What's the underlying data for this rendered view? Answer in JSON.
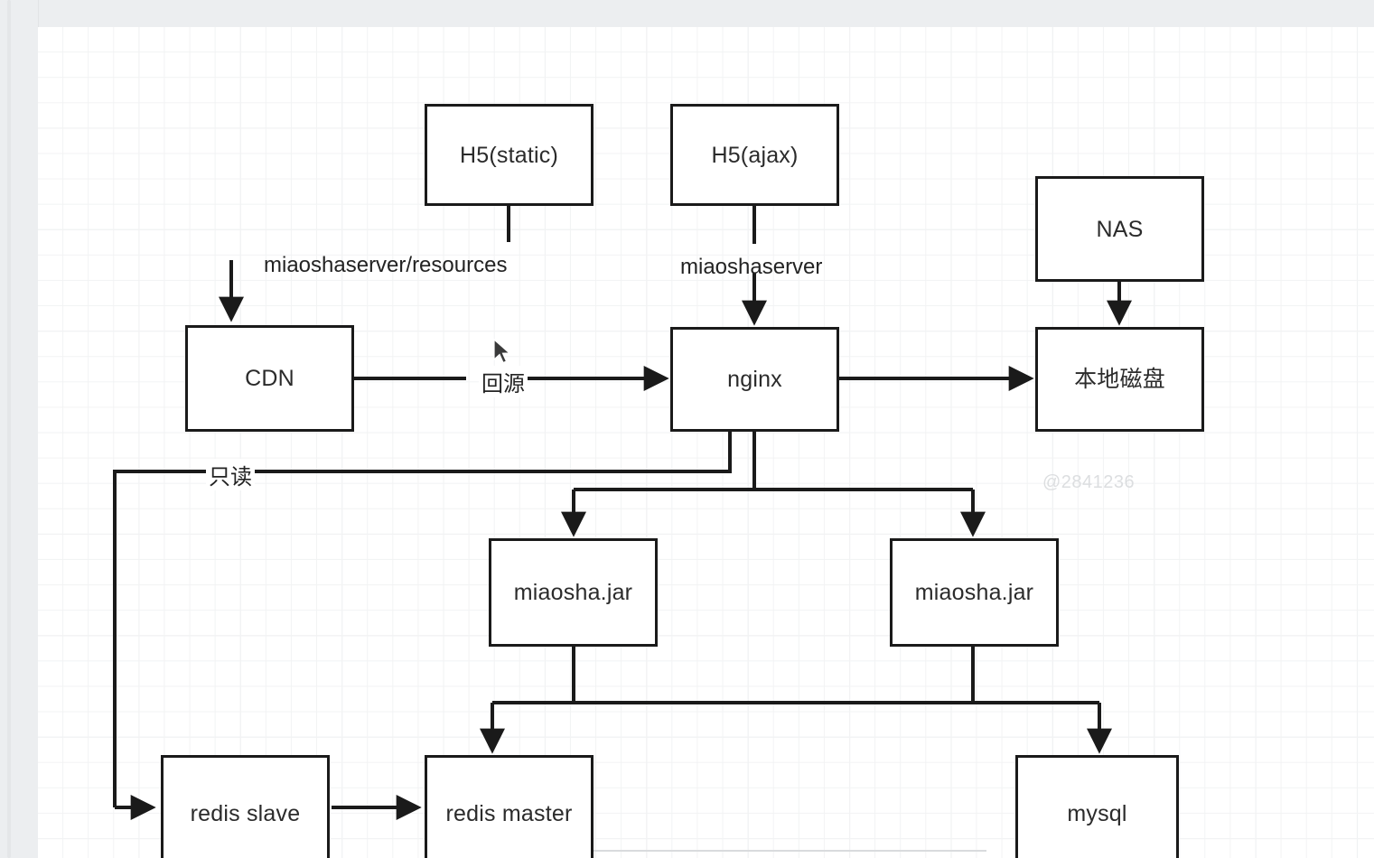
{
  "canvas": {
    "watermark": "@2841236",
    "grid": true
  },
  "nodes": [
    {
      "id": "h5-static",
      "label": "H5(static)",
      "lang": "en"
    },
    {
      "id": "h5-ajax",
      "label": "H5(ajax)",
      "lang": "en"
    },
    {
      "id": "nas",
      "label": "NAS",
      "lang": "en"
    },
    {
      "id": "cdn",
      "label": "CDN",
      "lang": "en"
    },
    {
      "id": "nginx",
      "label": "nginx",
      "lang": "en"
    },
    {
      "id": "local-disk",
      "label": "本地磁盘",
      "lang": "cn"
    },
    {
      "id": "miaosha-jar-1",
      "label": "miaosha.jar",
      "lang": "en"
    },
    {
      "id": "miaosha-jar-2",
      "label": "miaosha.jar",
      "lang": "en"
    },
    {
      "id": "redis-slave",
      "label": "redis slave",
      "lang": "en"
    },
    {
      "id": "redis-master",
      "label": "redis master",
      "lang": "en"
    },
    {
      "id": "mysql",
      "label": "mysql",
      "lang": "en"
    }
  ],
  "edge_labels": {
    "h5_static_to_cdn": "miaoshaserver/resources",
    "h5_ajax_to_nginx": "miaoshaserver",
    "cdn_to_nginx": "回源",
    "nginx_to_redis_slave": "只读"
  },
  "colors": {
    "stroke": "#1a1a1a",
    "box_fill": "#ffffff",
    "text": "#2b2b2b",
    "grid_minor": "#f2f3f4",
    "grid_major": "#e8eaec",
    "chrome": "#eceef0",
    "watermark": "#dcdee0"
  }
}
